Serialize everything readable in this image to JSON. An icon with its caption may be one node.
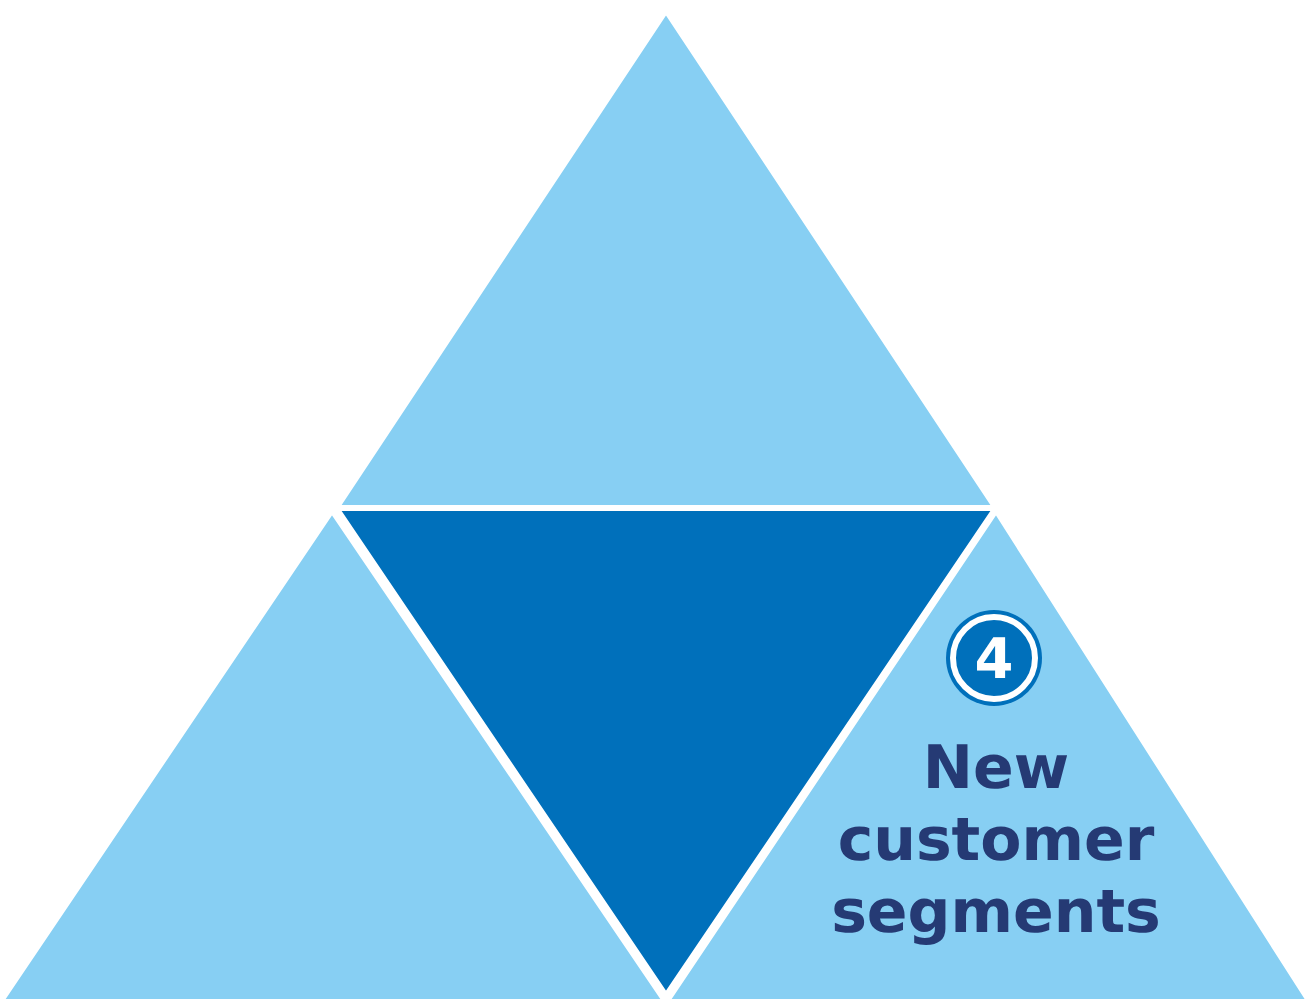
{
  "diagram": {
    "nodes": [
      {
        "text": [],
        "shape": "triangle"
      },
      {
        "text": [],
        "shape": "triangle"
      },
      {
        "text": [],
        "shape": "triangle"
      },
      {
        "text": [
          "New customer segments"
        ]
      },
      {
        "text": [
          "4"
        ],
        "in": 3
      }
    ]
  }
}
